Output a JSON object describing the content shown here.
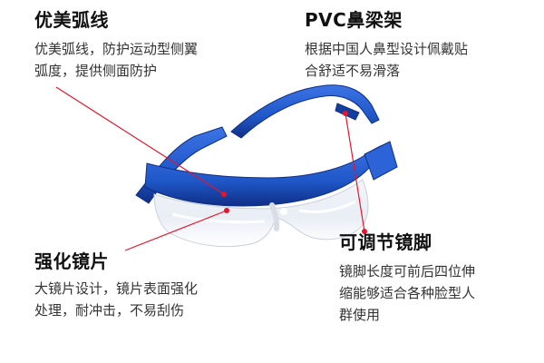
{
  "callouts": {
    "arc": {
      "title": "优美弧线",
      "lines": [
        "优美弧线，防护运动型侧翼",
        "弧度，提供侧面防护"
      ]
    },
    "nose": {
      "title": "PVC鼻梁架",
      "lines": [
        "根据中国人鼻型设计佩戴贴",
        "合舒适不易滑落"
      ]
    },
    "lens": {
      "title": "强化镜片",
      "lines": [
        "大镜片设计，镜片表面强化",
        "处理，耐冲击，不易刮伤"
      ]
    },
    "temple": {
      "title": "可调节镜脚",
      "lines": [
        "镜脚长度可前后四位伸",
        "缩能够适合各种脸型人",
        "群使用"
      ]
    }
  },
  "colors": {
    "frame_blue": "#1f57c8",
    "frame_dark": "#0f2f86",
    "lens_tint": "#e9eef5",
    "pointer_red": "#e8142c",
    "text": "#111111"
  }
}
